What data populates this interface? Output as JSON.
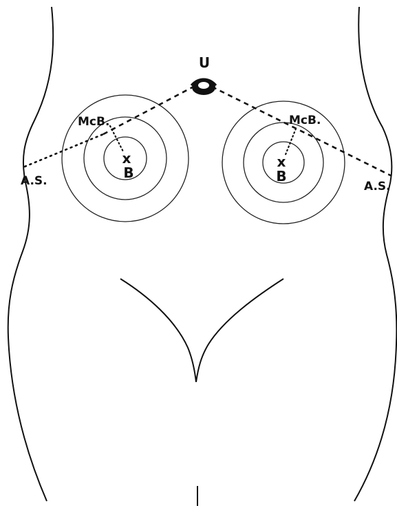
{
  "labels": {
    "umbilicus": "U",
    "left_mcburney": "McB.",
    "right_mcburney": "McB.",
    "left_spine": "A.S.",
    "right_spine": "A.S.",
    "left_marker_x": "x",
    "left_marker_b": "B",
    "right_marker_x": "x",
    "right_marker_b": "B"
  },
  "colors": {
    "ink": "#111111",
    "background": "#ffffff"
  }
}
